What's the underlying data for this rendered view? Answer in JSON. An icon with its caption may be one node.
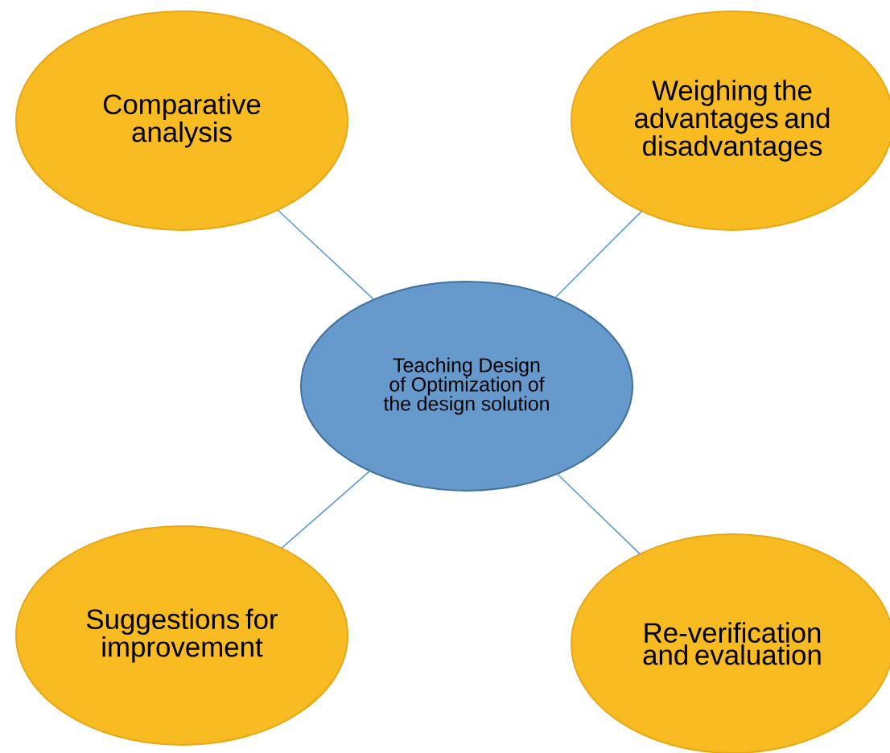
{
  "diagram": {
    "nodes": [
      {
        "text": [
          "Comparative analysis"
        ]
      },
      {
        "text": [
          "Weighing the advantages and disadvantages"
        ]
      },
      {
        "text": [
          "Teaching Design of Optimization of the design solution"
        ]
      },
      {
        "text": [
          "Suggestions for improvement"
        ]
      },
      {
        "text": [
          "Re-verification and evaluation"
        ]
      }
    ],
    "edges": [
      {
        "from": 2,
        "to": 0,
        "arrow": "none"
      },
      {
        "from": 2,
        "to": 1,
        "arrow": "none"
      },
      {
        "from": 2,
        "to": 3,
        "arrow": "none"
      },
      {
        "from": 2,
        "to": 4,
        "arrow": "none"
      }
    ]
  }
}
